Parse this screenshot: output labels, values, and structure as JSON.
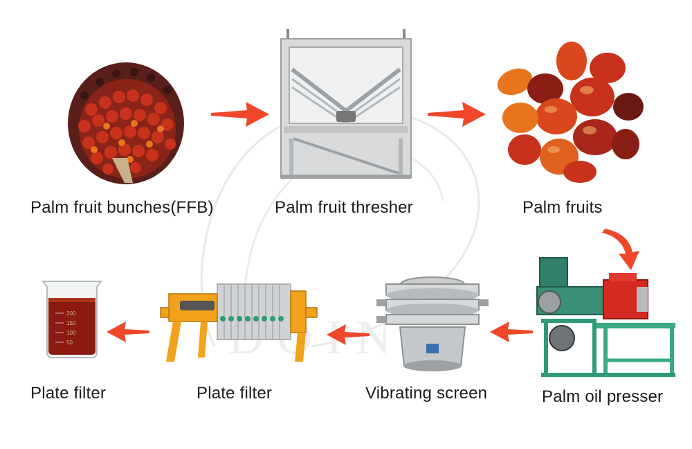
{
  "steps": [
    {
      "label": "Palm fruit bunches(FFB)",
      "image": "palm-fruit-bunch"
    },
    {
      "label": "Palm fruit thresher",
      "image": "thresher-machine"
    },
    {
      "label": "Palm fruits",
      "image": "palm-fruits"
    },
    {
      "label": "Palm oil presser",
      "image": "oil-press-machine"
    },
    {
      "label": "Vibrating screen",
      "image": "vibrating-screen"
    },
    {
      "label": "Plate filter",
      "image": "plate-filter-press"
    },
    {
      "label": "Plate filter",
      "image": "oil-beaker"
    }
  ],
  "beaker_marks": [
    "200",
    "150",
    "100",
    "50"
  ],
  "watermark_text": "DOING",
  "colors": {
    "arrow": "#f0472b",
    "fruit_red": "#c8321c",
    "fruit_orange": "#e8741e",
    "machine_grey": "#c9cbcc",
    "filter_yellow": "#f2a21b",
    "press_green": "#2f7f6a",
    "oil": "#8b1a10"
  }
}
